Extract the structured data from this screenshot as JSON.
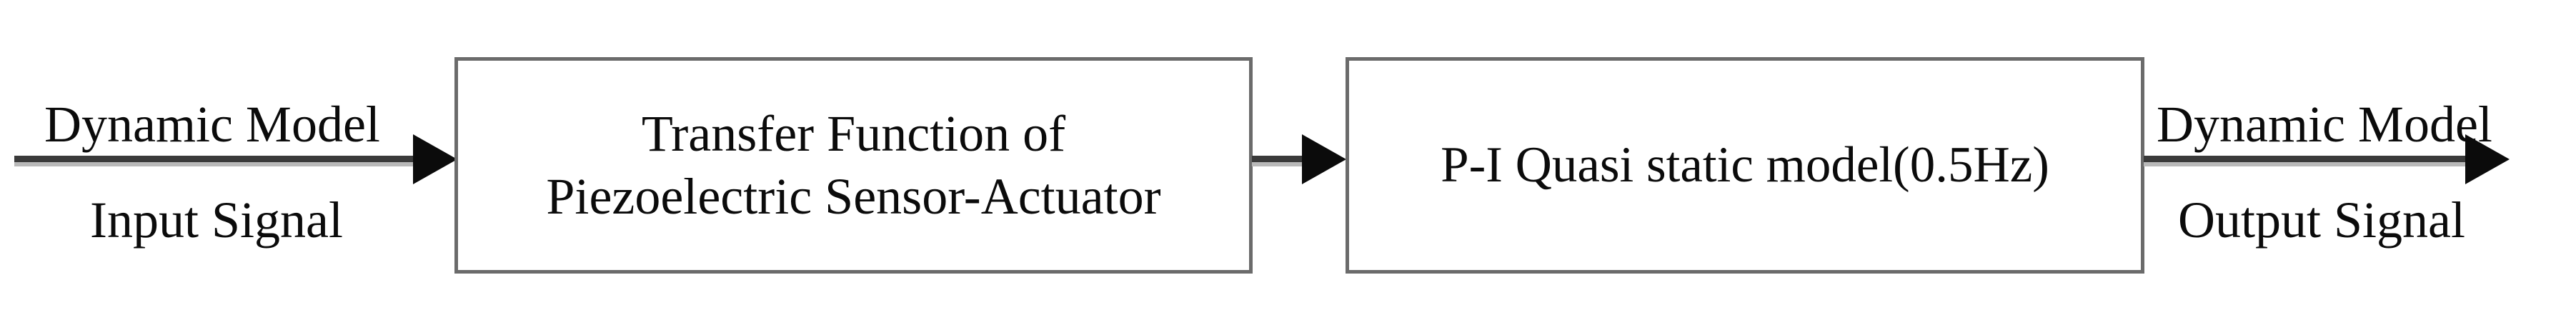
{
  "diagram": {
    "type": "block-diagram",
    "title": "Piezoelectric sensor-actuator dynamic model block diagram",
    "background_color": "#ffffff",
    "line_color": "#3a3a3a",
    "block_border_color": "#6b6b6b",
    "text_color": "#0b0b0b"
  },
  "input_signal": {
    "top_label": "Dynamic Model",
    "bottom_label": "Input Signal"
  },
  "blocks": [
    {
      "id": "transfer-function",
      "line1": "Transfer Function of",
      "line2": "Piezoelectric Sensor-Actuator"
    },
    {
      "id": "pi-model",
      "line1": "P-I Quasi static model(0.5Hz)"
    }
  ],
  "output_signal": {
    "top_label": "Dynamic Model",
    "bottom_label": "Output Signal"
  },
  "connectors": [
    {
      "id": "input-to-block1",
      "arrowhead": "arrow-right-icon"
    },
    {
      "id": "block1-to-block2",
      "arrowhead": "arrow-right-icon"
    },
    {
      "id": "block2-to-output",
      "arrowhead": "arrow-right-icon"
    }
  ]
}
